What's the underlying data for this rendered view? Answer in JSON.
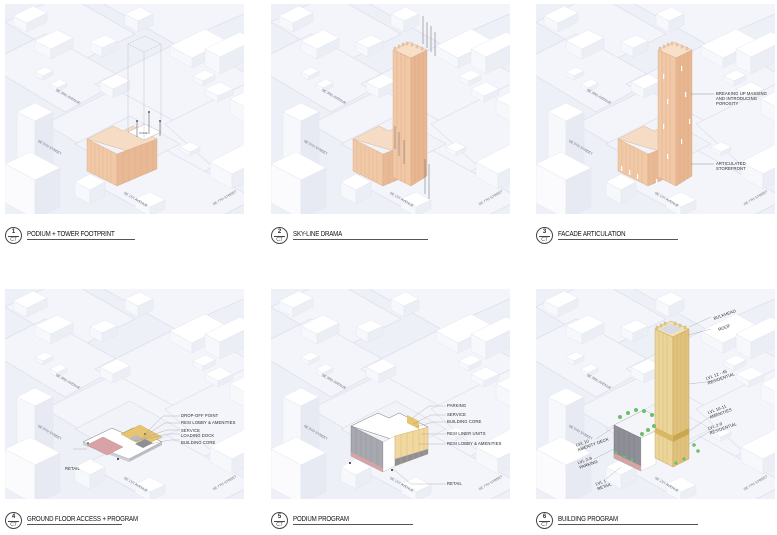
{
  "sheet": {
    "background": "#ffffff",
    "context_color": "#eef0f8",
    "massing_color": "#f3cfb0",
    "program_colors": {
      "retail": "#d9a3a6",
      "resi_lobby_amenities": "#e7c46f",
      "service": "#b9bac0",
      "building_core": "#8f9097",
      "resi_liner_units": "#f0d8a0",
      "parking": "#a7a8b0",
      "residential_tower": "#ecd59a"
    }
  },
  "panels": [
    {
      "id": 1,
      "number": "1",
      "sheet_ref": "C7",
      "title": "PODIUM + TOWER FOOTPRINT",
      "streets": [
        "SE 3RD AVENUE",
        "SE 1ST AVENUE",
        "SE 7TH STREET",
        "SE 5TH STREET"
      ],
      "callouts": []
    },
    {
      "id": 2,
      "number": "2",
      "sheet_ref": "C7",
      "title": "SKY-LINE DRAMA",
      "streets": [
        "SE 3RD AVENUE",
        "SE 1ST AVENUE",
        "SE 7TH STREET",
        "SE 5TH STREET"
      ],
      "callouts": []
    },
    {
      "id": 3,
      "number": "3",
      "sheet_ref": "C7",
      "title": "FACADE ARTICULATION",
      "streets": [
        "SE 3RD AVENUE",
        "SE 1ST AVENUE",
        "SE 7TH STREET",
        "SE 5TH STREET"
      ],
      "callouts": [
        {
          "text_line1": "BREAKING UP MASSING",
          "text_line2": "AND INTRODUCING",
          "text_line3": "POROSITY"
        },
        {
          "text_line1": "ARTICULATED",
          "text_line2": "STOREFRONT",
          "text_line3": ""
        }
      ]
    },
    {
      "id": 4,
      "number": "4",
      "sheet_ref": "C7",
      "title": "GROUND FLOOR ACCESS + PROGRAM",
      "streets": [
        "SE 3RD AVENUE",
        "SE 1ST AVENUE",
        "SE 7TH STREET",
        "SE 5TH STREET"
      ],
      "callouts": [
        "DROP-OFF POINT",
        "RESI LOBBY & AMENITIES",
        "SERVICE",
        "LOADING DOCK",
        "BUILDING CORE",
        "RETAIL"
      ]
    },
    {
      "id": 5,
      "number": "5",
      "sheet_ref": "C7",
      "title": "PODIUM PROGRAM",
      "streets": [
        "SE 3RD AVENUE",
        "SE 1ST AVENUE",
        "SE 7TH STREET",
        "SE 5TH STREET"
      ],
      "callouts": [
        "PARKING",
        "SERVICE",
        "BUILDING CORE",
        "RESI LINER UNITS",
        "RESI LOBBY & AMENITIES",
        "RETAIL"
      ]
    },
    {
      "id": 6,
      "number": "6",
      "sheet_ref": "C7",
      "title": "BUILDING PROGRAM",
      "streets": [
        "SE 3RD AVENUE",
        "SE 1ST AVENUE",
        "SE 7TH STREET",
        "SE 5TH STREET"
      ],
      "callouts": [
        {
          "level": "BULKHEAD",
          "use": ""
        },
        {
          "level": "ROOF",
          "use": ""
        },
        {
          "level": "LVL 12 - 45",
          "use": "RESIDENTIAL"
        },
        {
          "level": "LVL 10-11",
          "use": "AMENITIES"
        },
        {
          "level": "LVL 2-9",
          "use": "RESIDENTIAL"
        },
        {
          "level": "LVL 10",
          "use": "AMENITY DECK"
        },
        {
          "level": "LVL 2-9",
          "use": "PARKING"
        },
        {
          "level": "LVL 1",
          "use": "RETAIL"
        }
      ]
    }
  ]
}
